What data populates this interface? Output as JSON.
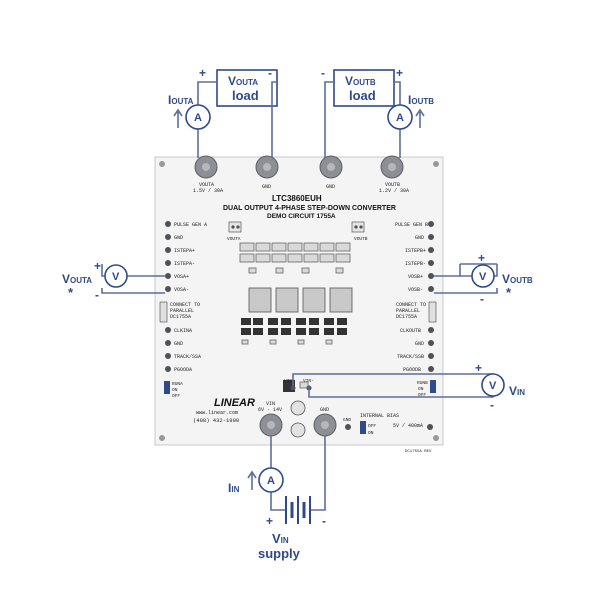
{
  "load_a": {
    "line1": "V",
    "sub": "OUTA",
    "line2": "load"
  },
  "load_b": {
    "line1": "V",
    "sub": "OUTB",
    "line2": "load"
  },
  "iouta_label": {
    "main": "I",
    "sub": "OUTA"
  },
  "ioutb_label": {
    "main": "I",
    "sub": "OUTB"
  },
  "vouta_meter_label": {
    "main": "V",
    "sub": "OUTA",
    "star": "*"
  },
  "voutb_meter_label": {
    "main": "V",
    "sub": "OUTB",
    "star": "*"
  },
  "vin_meter_label": {
    "main": "V",
    "sub": "IN"
  },
  "iin_label": {
    "main": "I",
    "sub": "IN"
  },
  "vin_supply": {
    "main": "V",
    "sub": "IN",
    "line2": "supply"
  },
  "meter_letters": {
    "ammeter": "A",
    "voltmeter": "V"
  },
  "polarity": {
    "plus": "+",
    "minus": "-"
  },
  "board": {
    "title1": "LTC3860EUH",
    "title2": "DUAL OUTPUT 4-PHASE STEP-DOWN CONVERTER",
    "title3": "DEMO CIRCUIT 1755A",
    "vouta_post": "VOUTA",
    "vouta_rating": "1.5V / 30A",
    "gnd": "GND",
    "voutb_post": "VOUTB",
    "voutb_rating": "1.2V / 30A",
    "vouta_sense": "VOUTA",
    "voutb_sense": "VOUTB",
    "left_pins": [
      "PULSE GEN A",
      "GND",
      "ISTEPA+",
      "ISTEPA-",
      "VOSA+",
      "VOSA-"
    ],
    "right_pins": [
      "PULSE GEN B",
      "GND",
      "ISTEPB+",
      "ISTEPB-",
      "VOSB+",
      "VOSB-"
    ],
    "connect_left": [
      "CONNECT TO",
      "PARALLEL",
      "DC1755A"
    ],
    "connect_right": [
      "CONNECT TO",
      "PARALLEL",
      "DC1755A"
    ],
    "left_lower_pins": [
      "CLKINA",
      "GND",
      "TRACK/SSA",
      "PGOODA"
    ],
    "right_lower_pins": [
      "CLKOUTB",
      "GND",
      "TRACK/SSB",
      "PGOODB"
    ],
    "runa": [
      "RUNA",
      "ON",
      "OFF"
    ],
    "runb": [
      "RUNB",
      "ON",
      "OFF"
    ],
    "logo": "LINEAR",
    "website": "www.linear.com",
    "phone": "(408) 432-1900",
    "vin_post": "VIN",
    "vin_range": "6V - 14V",
    "vin_sense_plus": "VIN+",
    "vin_sense_minus": "VIN-",
    "intvcc": "INTERNAL BIAS",
    "intvcc_sw": [
      "OFF",
      "ON"
    ],
    "bias_rating": "5V / 400mA",
    "board_code": "DC1755A REV"
  }
}
